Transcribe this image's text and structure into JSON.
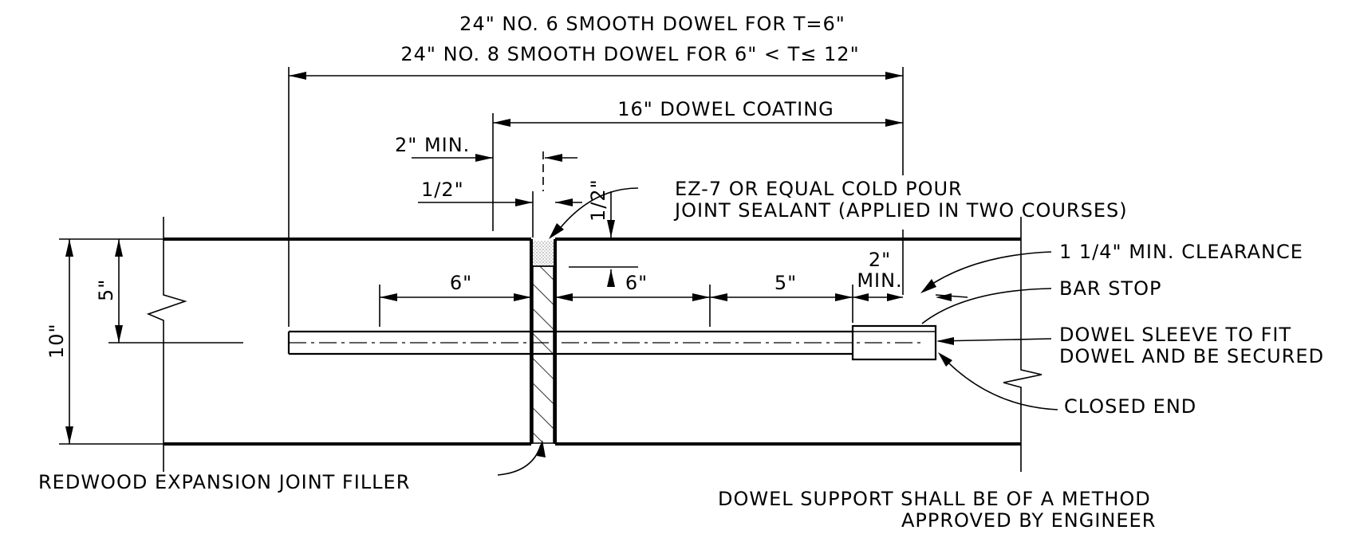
{
  "labels": {
    "dowel_no6": "24\" NO. 6 SMOOTH DOWEL FOR T=6\"",
    "dowel_no8": "24\" NO. 8 SMOOTH DOWEL FOR 6\" < T≤ 12\"",
    "coating": "16\" DOWEL COATING",
    "two_min": "2\" MIN.",
    "half_inch_left": "1/2\"",
    "half_inch_vertical": "1/2\"",
    "sealant_line1": "EZ-7 OR EQUAL COLD POUR",
    "sealant_line2": "JOINT SEALANT (APPLIED IN TWO COURSES)",
    "clearance": "1 1/4\" MIN. CLEARANCE",
    "bar_stop": "BAR STOP",
    "sleeve_line1": "DOWEL SLEEVE TO FIT",
    "sleeve_line2": "DOWEL AND BE SECURED",
    "closed_end": "CLOSED END",
    "six_left": "6\"",
    "six_right": "6\"",
    "five": "5\"",
    "two_min_line1": "2\"",
    "two_min_line2": "MIN.",
    "five_vertical": "5\"",
    "ten_vertical": "10\"",
    "filler": "REDWOOD EXPANSION JOINT FILLER",
    "support_line1": "DOWEL SUPPORT SHALL BE OF A METHOD",
    "support_line2": "APPROVED BY ENGINEER"
  },
  "colors": {
    "line": "#000000",
    "background": "#ffffff",
    "sealant": "#cccccc"
  }
}
